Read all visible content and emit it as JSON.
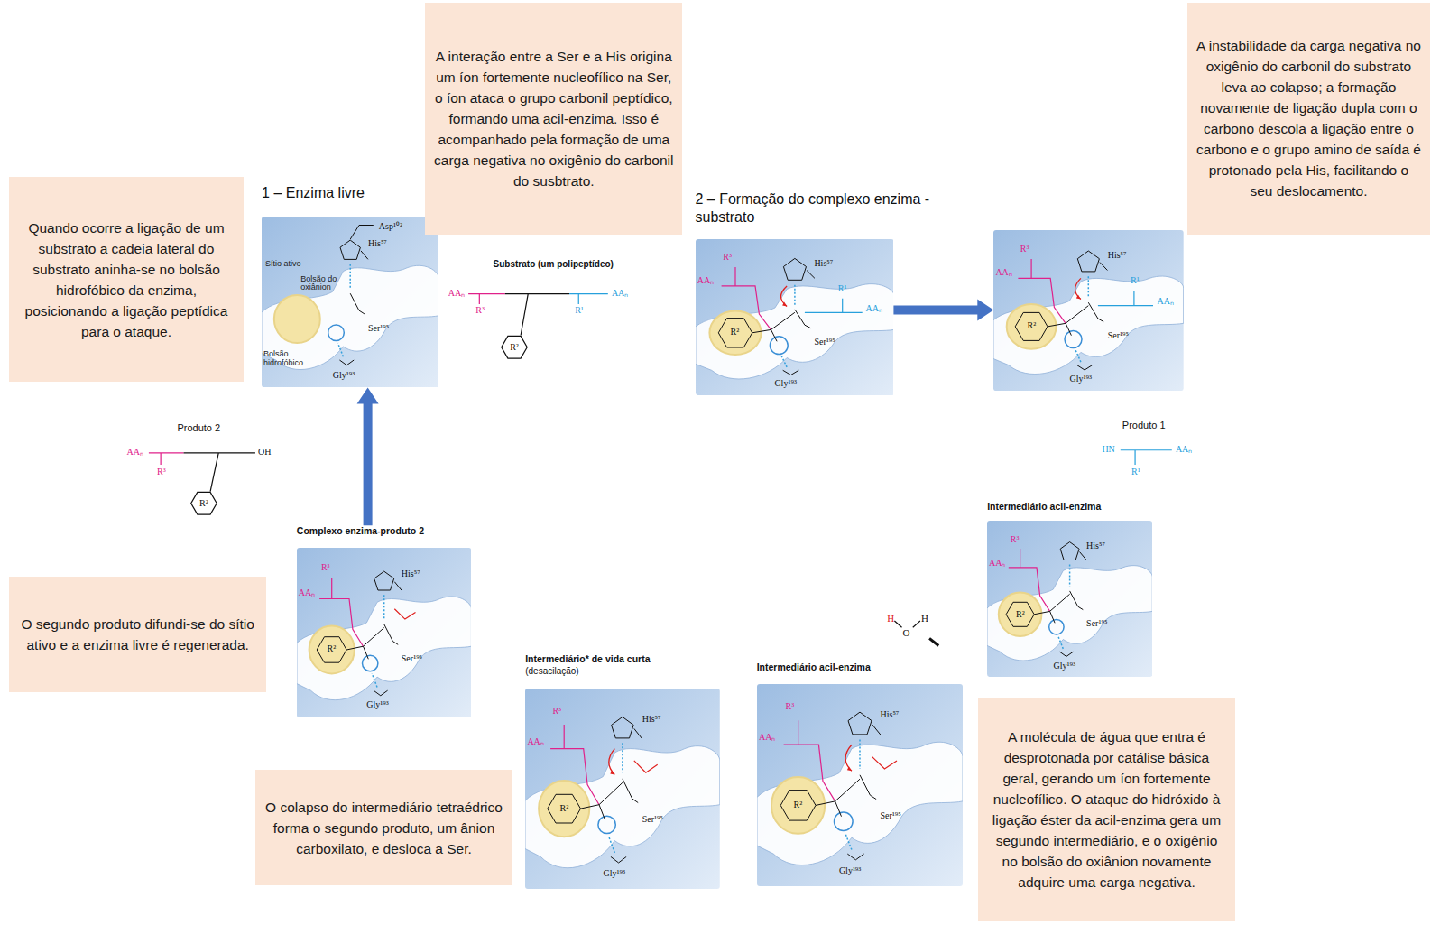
{
  "diagram": {
    "nodes": [
      {
        "text": [
          "Quando ocorre a ligação de um substrato a cadeia lateral do substrato aninha-se no bolsão hidrofóbico da enzima, posicionando a ligação peptídica para o ataque."
        ]
      },
      {
        "text": [
          "1 – Enzima livre",
          "Asp¹⁰²",
          "His⁵⁷",
          "Sítio ativo",
          "Bolsão do oxiânion",
          "Bolsão hidrofóbico",
          "Ser¹⁹⁵",
          "Gly¹⁹³"
        ]
      },
      {
        "text": [
          "A interação entre a Ser e a His origina um íon fortemente nucleofílico na Ser, o íon ataca o grupo carbonil peptídico, formando uma acil-enzima. Isso é acompanhado pela formação de uma carga negativa no oxigênio do carbonil do susbtrato."
        ]
      },
      {
        "text": [
          "2 – Formação do complexo enzima - substrato",
          "AAₙ",
          "R³",
          "R²",
          "His⁵⁷",
          "R¹",
          "AAₙ",
          "Ser¹⁹⁵",
          "Gly¹⁹³"
        ]
      },
      {
        "text": [
          "AAₙ",
          "R³",
          "R²",
          "His⁵⁷",
          "R¹",
          "AAₙ",
          "Ser¹⁹⁵",
          "Gly¹⁹³"
        ]
      },
      {
        "text": [
          "A instabilidade da carga negativa no oxigênio do carbonil do substrato leva ao colapso; a formação novamente de ligação dupla com o carbono descola a ligação entre o carbono e o grupo amino de saída é protonado pela His, facilitando o seu deslocamento."
        ]
      },
      {
        "text": [
          "Intermediário acil-enzima",
          "AAₙ",
          "R³",
          "R²",
          "His⁵⁷",
          "Ser¹⁹⁵",
          "Gly¹⁹³"
        ]
      },
      {
        "text": [
          "Complexo enzima-produto 2",
          "AAₙ",
          "R³",
          "R²",
          "His⁵⁷",
          "Ser¹⁹⁵",
          "Gly¹⁹³"
        ]
      },
      {
        "text": [
          "O segundo produto difundi-se do sítio ativo e a enzima livre é regenerada."
        ]
      },
      {
        "text": [
          "Intermediário* de vida curta",
          "(desacilação)",
          "AAₙ",
          "R³",
          "R²",
          "His⁵⁷",
          "Ser¹⁹⁵",
          "Gly¹⁹³"
        ]
      },
      {
        "text": [
          "Intermediário acil-enzima",
          "AAₙ",
          "R³",
          "R²",
          "His⁵⁷",
          "Ser¹⁹⁵",
          "Gly¹⁹³"
        ]
      },
      {
        "text": [
          "O colapso do intermediário tetraédrico forma o segundo produto, um ânion carboxilato, e desloca a Ser."
        ]
      },
      {
        "text": [
          "A molécula de água que entra é desprotonada por catálise básica geral, gerando um íon fortemente nucleofílico. O ataque do hidróxido à ligação éster da acil-enzima gera um segundo intermediário, e o oxigênio no bolsão do oxiânion novamente adquire uma carga negativa."
        ]
      }
    ],
    "edges": [
      {
        "from": 3,
        "to": 4,
        "arrow": "to"
      },
      {
        "from": 7,
        "to": 1,
        "arrow": "to"
      }
    ],
    "labels": [
      "Substrato (um polipeptídeo)",
      "AAₙ",
      "R³",
      "R²",
      "R¹",
      "AAₙ",
      "Produto 1",
      "HN",
      "R¹",
      "AAₙ",
      "Produto 2",
      "AAₙ",
      "R³",
      "R²",
      "OH",
      "H",
      "O",
      "H"
    ]
  }
}
